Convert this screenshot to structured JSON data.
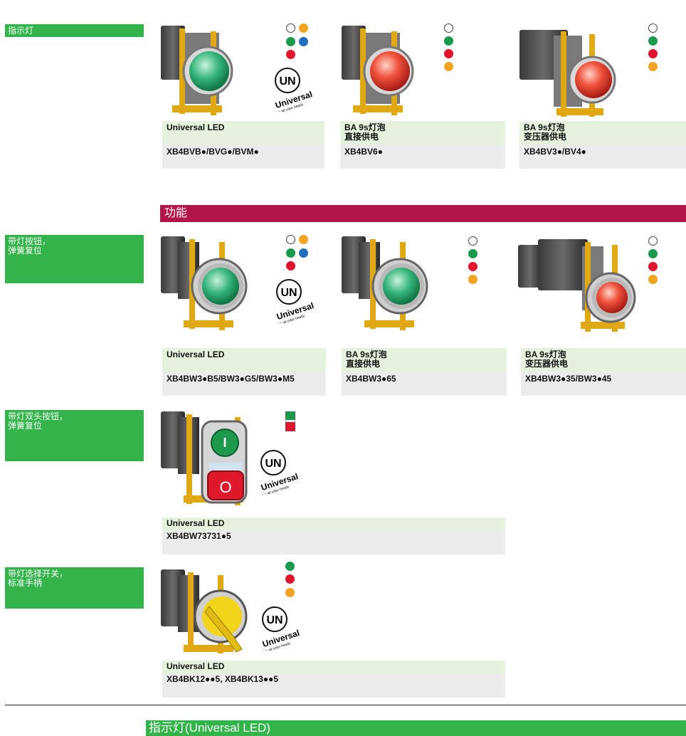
{
  "side_labels": {
    "indicator": "指示灯",
    "illum_pushbutton": "带灯按钮，\n弹簧复位",
    "double_pushbutton": "带灯双头按钮，\n弹簧复位",
    "selector": "带灯选择开关，\n标准手柄"
  },
  "section_title": "功能",
  "bottom_title": "指示灯(Universal LED)",
  "badge": {
    "un": "UN",
    "universal": "Universal",
    "sub": "for all color heads"
  },
  "row1": [
    {
      "label": "Universal LED",
      "ref": "XB4BVB●/BVG●/BVM●"
    },
    {
      "label": "BA 9s灯泡\n直接供电",
      "ref": "XB4BV6●"
    },
    {
      "label": "BA 9s灯泡\n变压器供电",
      "ref": "XB4BV3●/BV4●"
    }
  ],
  "row2": [
    {
      "label": "Universal LED",
      "ref": "XB4BW3●B5/BW3●G5/BW3●M5"
    },
    {
      "label": "BA 9s灯泡\n直接供电",
      "ref": "XB4BW3●65"
    },
    {
      "label": "BA 9s灯泡\n变压器供电",
      "ref": "XB4BW3●35/BW3●45"
    }
  ],
  "row3": {
    "label": "Universal LED",
    "ref": "XB4BW73731●5",
    "top_symbol": "I",
    "bottom_symbol": "O"
  },
  "row4": {
    "label": "Universal LED",
    "ref": "XB4BK12●●5, XB4BK13●●5"
  },
  "colors": {
    "green_tag": "#33b44a",
    "crimson": "#b3144a",
    "label_bg": "#e5f2dd",
    "ref_bg": "#ececec"
  }
}
